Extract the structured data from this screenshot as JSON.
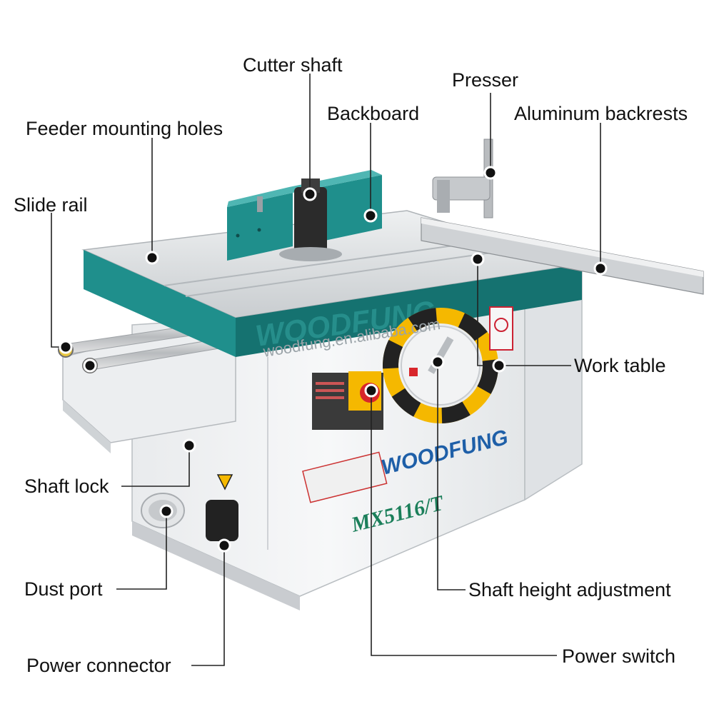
{
  "callouts": {
    "cutter_shaft": "Cutter shaft",
    "presser": "Presser",
    "backboard": "Backboard",
    "aluminum_backrests": "Aluminum backrests",
    "feeder_mounting_holes": "Feeder mounting holes",
    "slide_rail": "Slide rail",
    "work_table": "Work table",
    "shaft_lock": "Shaft lock",
    "dust_port": "Dust port",
    "shaft_height_adjustment": "Shaft height adjustment",
    "power_connector": "Power connector",
    "power_switch": "Power switch"
  },
  "machine": {
    "brand_watermark": "WOODFUNG",
    "website": "woodfung.en.alibaba.com",
    "brand_logo": "WOODFUNG",
    "model": "MX5116/T"
  },
  "colors": {
    "teal": "#1f8f8c",
    "teal_dark": "#157270",
    "table_top": "#d9dde0",
    "body": "#f4f5f6",
    "model_green": "#1b7f5a",
    "logo_blue": "#1e5fa8",
    "hazard_yellow": "#f5b800",
    "switch_red": "#d8262b"
  }
}
